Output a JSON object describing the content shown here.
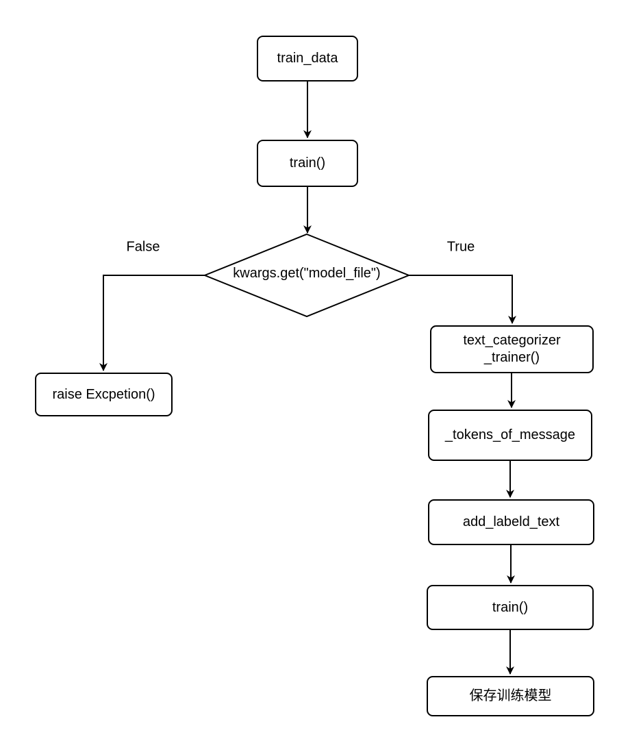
{
  "diagram": {
    "background_color": "#ffffff",
    "stroke_color": "#000000",
    "text_color": "#000000",
    "nodes": {
      "train_data": {
        "label": "train_data",
        "shape": "rounded-rect"
      },
      "train_call": {
        "label": "train()",
        "shape": "rounded-rect"
      },
      "decision": {
        "label": "kwargs.get(\"model_file\")",
        "shape": "diamond"
      },
      "raise_exception": {
        "label": "raise Excpetion()",
        "shape": "rounded-rect"
      },
      "text_categorizer_trainer": {
        "label": "text_categorizer\n_trainer()",
        "shape": "rounded-rect"
      },
      "tokens_of_message": {
        "label": "_tokens_of_message",
        "shape": "rounded-rect"
      },
      "add_labeld_text": {
        "label": "add_labeld_text",
        "shape": "rounded-rect"
      },
      "train_call_2": {
        "label": "train()",
        "shape": "rounded-rect"
      },
      "save_model": {
        "label": "保存训练模型",
        "shape": "rounded-rect"
      }
    },
    "edge_labels": {
      "false_branch": "False",
      "true_branch": "True"
    },
    "edges": [
      {
        "from": "train_data",
        "to": "train_call"
      },
      {
        "from": "train_call",
        "to": "decision"
      },
      {
        "from": "decision",
        "to": "raise_exception",
        "label": "False"
      },
      {
        "from": "decision",
        "to": "text_categorizer_trainer",
        "label": "True"
      },
      {
        "from": "text_categorizer_trainer",
        "to": "tokens_of_message"
      },
      {
        "from": "tokens_of_message",
        "to": "add_labeld_text"
      },
      {
        "from": "add_labeld_text",
        "to": "train_call_2"
      },
      {
        "from": "train_call_2",
        "to": "save_model"
      }
    ]
  }
}
